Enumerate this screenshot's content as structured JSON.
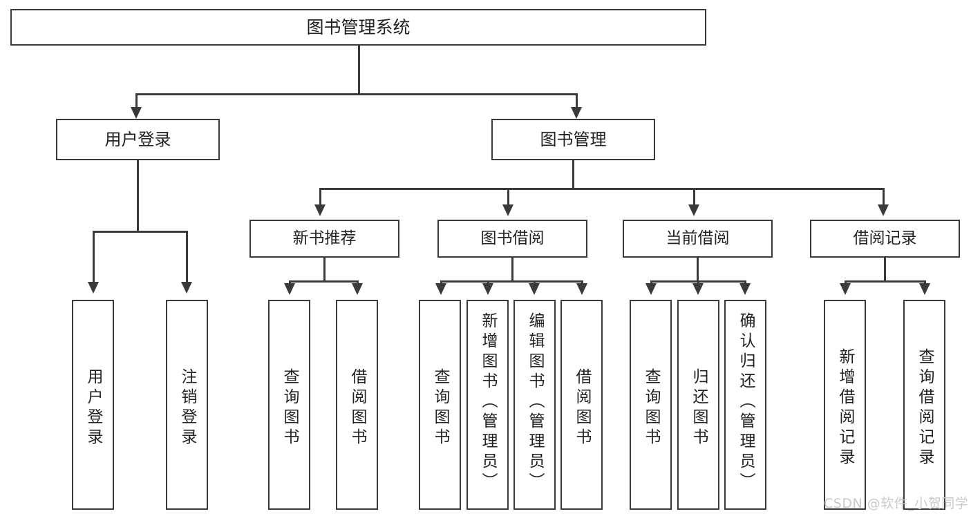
{
  "diagram": {
    "type": "tree",
    "title": "图书管理系统",
    "root": {
      "label": "图书管理系统"
    },
    "level2": [
      {
        "label": "用户登录"
      },
      {
        "label": "图书管理"
      }
    ],
    "level3": [
      {
        "label": "新书推荐"
      },
      {
        "label": "图书借阅"
      },
      {
        "label": "当前借阅"
      },
      {
        "label": "借阅记录"
      }
    ],
    "leaves": {
      "user_login": [
        {
          "label": "用户登录"
        },
        {
          "label": "注销登录"
        }
      ],
      "new_book_recommend": [
        {
          "label": "查询图书"
        },
        {
          "label": "借阅图书"
        }
      ],
      "book_borrow": [
        {
          "label": "查询图书"
        },
        {
          "label": "新增图书（管理员）"
        },
        {
          "label": "编辑图书（管理员）"
        },
        {
          "label": "借阅图书"
        }
      ],
      "current_borrow": [
        {
          "label": "查询图书"
        },
        {
          "label": "归还图书"
        },
        {
          "label": "确认归还（管理员）"
        }
      ],
      "borrow_record": [
        {
          "label": "新增借阅记录"
        },
        {
          "label": "查询借阅记录"
        }
      ]
    }
  },
  "watermark": {
    "text": "CSDN @软件_小贺同学"
  },
  "colors": {
    "stroke": "#3a3a3a",
    "background": "#ffffff",
    "text": "#222222",
    "watermark": "#c9c9c9"
  }
}
